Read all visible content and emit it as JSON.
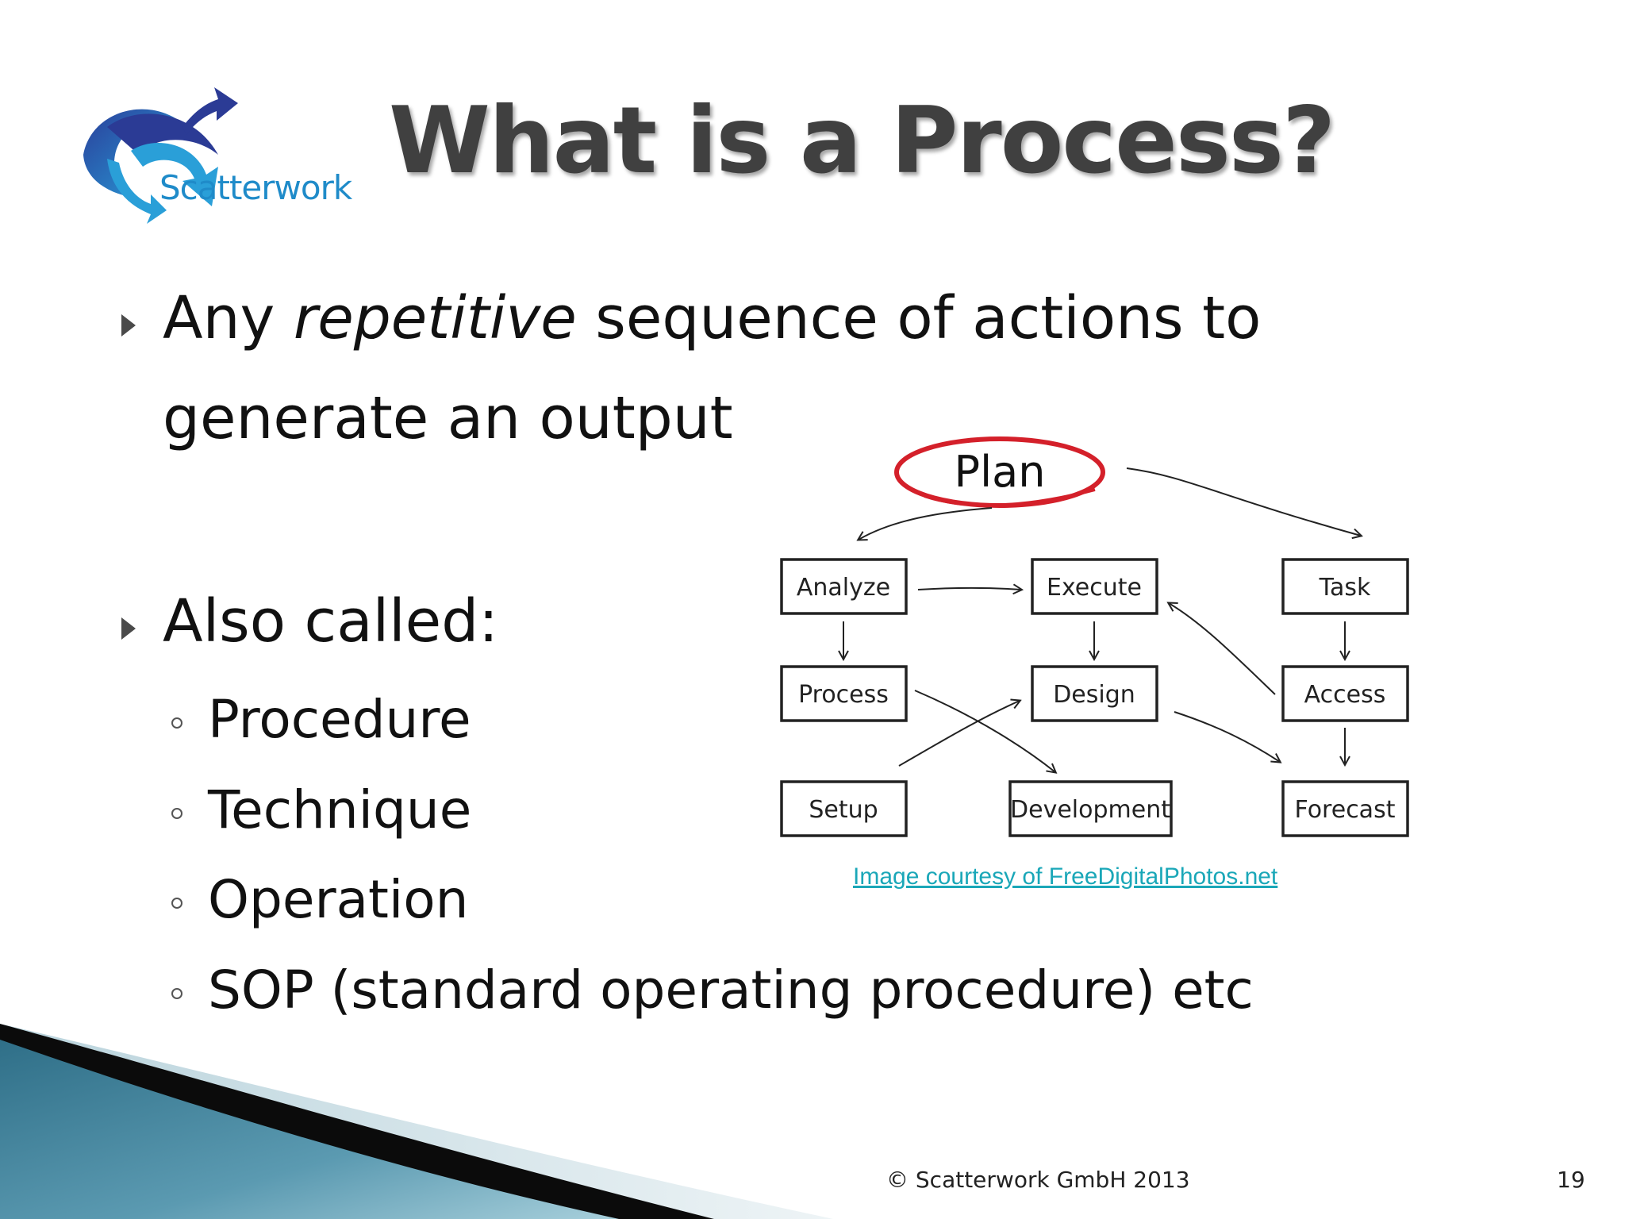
{
  "logo": {
    "text": "Scatterwork"
  },
  "title": "What is a Process?",
  "bullets": {
    "first": {
      "prefix": "Any ",
      "emphasis": "repetitive",
      "suffix": " sequence of actions to",
      "line2": "generate an output"
    },
    "second": {
      "label": "Also called:",
      "items": [
        "Procedure",
        "Technique",
        "Operation",
        "SOP (standard operating procedure) etc"
      ]
    }
  },
  "diagram": {
    "plan": "Plan",
    "boxes": {
      "analyze": "Analyze",
      "execute": "Execute",
      "task": "Task",
      "process": "Process",
      "design": "Design",
      "access": "Access",
      "setup": "Setup",
      "development": "Development",
      "forecast": "Forecast"
    },
    "accent_color": "#d4202a"
  },
  "credit": "Image courtesy of FreeDigitalPhotos.net",
  "footer": {
    "copyright": "© Scatterwork GmbH 2013",
    "page": "19"
  },
  "colors": {
    "title": "#404040",
    "logo_blue": "#1f8bc9",
    "link": "#1aa7b8",
    "swoosh_dark": "#0a0a0a",
    "swoosh_blue": "#3d7f98"
  }
}
